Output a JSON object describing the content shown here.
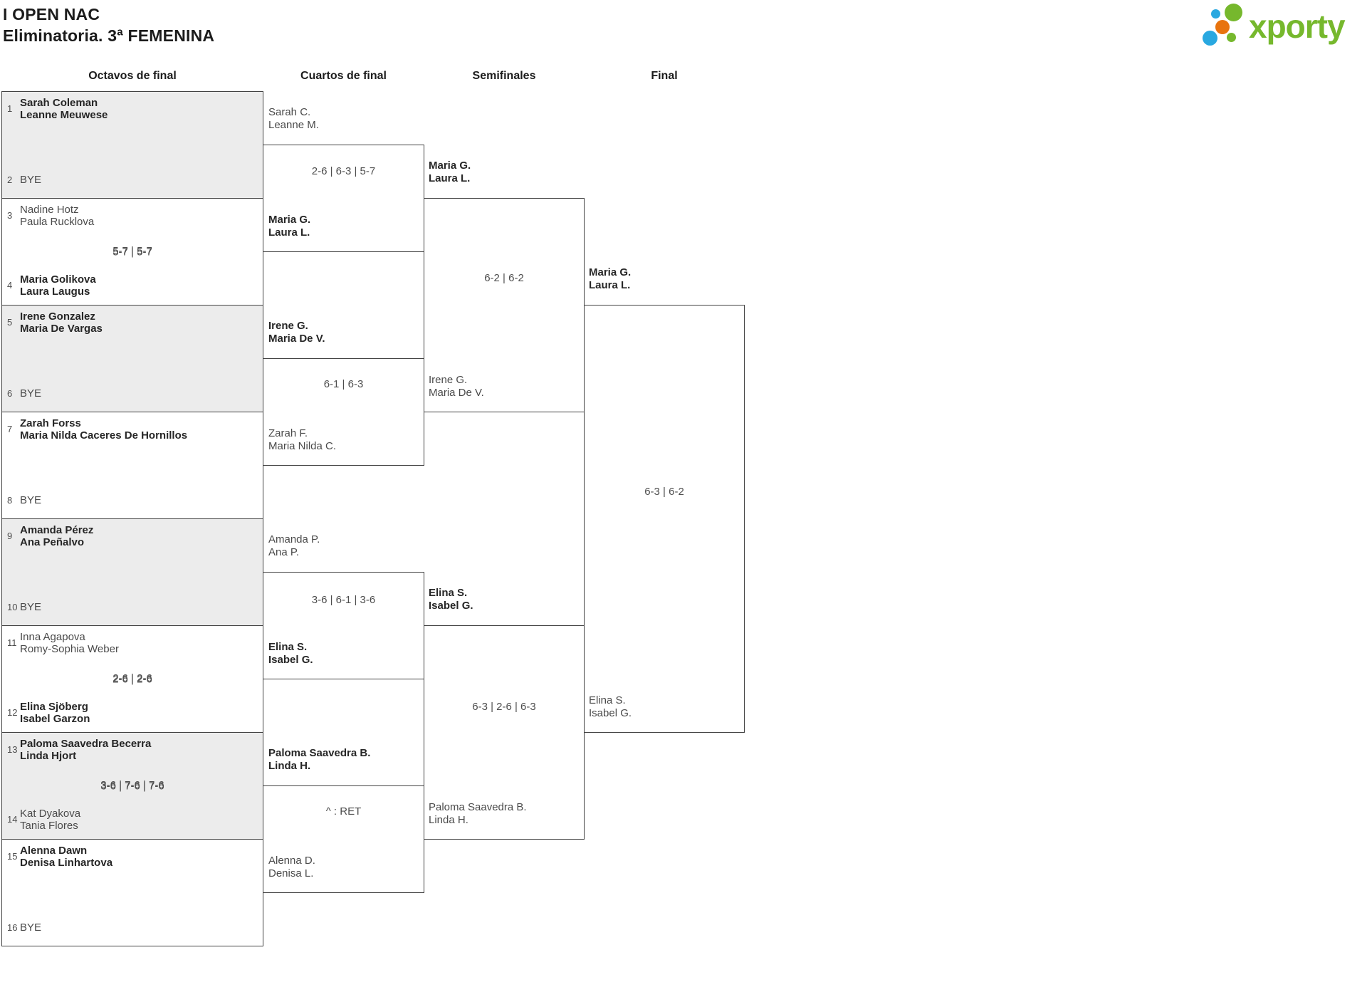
{
  "header": {
    "title": "I OPEN NAC",
    "subtitle": "Eliminatoria. 3ª FEMENINA"
  },
  "logo": {
    "text": "xporty"
  },
  "rounds": {
    "r16": "Octavos de final",
    "qf": "Cuartos de final",
    "sf": "Semifinales",
    "f": "Final"
  },
  "colors": {
    "logo_green": "#76b82d",
    "logo_blue": "#29a8e0",
    "logo_orange": "#e8730e",
    "shaded_box": "#ececec",
    "border": "#424242"
  },
  "bracket": {
    "round16": [
      {
        "top": {
          "seed": "1",
          "line1": "Sarah Coleman",
          "line2": "Leanne Meuwese",
          "winner": true
        },
        "bottom": {
          "seed": "2",
          "line1": "BYE",
          "winner": false
        },
        "score": ""
      },
      {
        "top": {
          "seed": "3",
          "line1": "Nadine Hotz",
          "line2": "Paula Rucklova",
          "winner": false
        },
        "bottom": {
          "seed": "4",
          "line1": "Maria Golikova",
          "line2": "Laura Laugus",
          "winner": true
        },
        "score": "5-7 | 5-7"
      },
      {
        "top": {
          "seed": "5",
          "line1": "Irene Gonzalez",
          "line2": "Maria De Vargas",
          "winner": true
        },
        "bottom": {
          "seed": "6",
          "line1": "BYE",
          "winner": false
        },
        "score": ""
      },
      {
        "top": {
          "seed": "7",
          "line1": "Zarah Forss",
          "line2": "Maria Nilda Caceres De Hornillos",
          "winner": true
        },
        "bottom": {
          "seed": "8",
          "line1": "BYE",
          "winner": false
        },
        "score": ""
      },
      {
        "top": {
          "seed": "9",
          "line1": "Amanda Pérez",
          "line2": "Ana Peñalvo",
          "winner": true
        },
        "bottom": {
          "seed": "10",
          "line1": "BYE",
          "winner": false
        },
        "score": ""
      },
      {
        "top": {
          "seed": "11",
          "line1": "Inna Agapova",
          "line2": "Romy-Sophia Weber",
          "winner": false
        },
        "bottom": {
          "seed": "12",
          "line1": "Elina Sjöberg",
          "line2": "Isabel Garzon",
          "winner": true
        },
        "score": "2-6 | 2-6"
      },
      {
        "top": {
          "seed": "13",
          "line1": "Paloma Saavedra Becerra",
          "line2": "Linda Hjort",
          "winner": true
        },
        "bottom": {
          "seed": "14",
          "line1": "Kat Dyakova",
          "line2": "Tania Flores",
          "winner": false
        },
        "score": "3-6 | 7-6 | 7-6"
      },
      {
        "top": {
          "seed": "15",
          "line1": "Alenna Dawn",
          "line2": "Denisa Linhartova",
          "winner": true
        },
        "bottom": {
          "seed": "16",
          "line1": "BYE",
          "winner": false
        },
        "score": ""
      }
    ],
    "quarterfinals": [
      {
        "top": {
          "line1": "Sarah C.",
          "line2": "Leanne M.",
          "winner": false
        },
        "bottom": {
          "line1": "Maria G.",
          "line2": "Laura L.",
          "winner": true
        },
        "score": "2-6 | 6-3 | 5-7"
      },
      {
        "top": {
          "line1": "Irene G.",
          "line2": "Maria De V.",
          "winner": true
        },
        "bottom": {
          "line1": "Zarah F.",
          "line2": "Maria Nilda C.",
          "winner": false
        },
        "score": "6-1 | 6-3"
      },
      {
        "top": {
          "line1": "Amanda P.",
          "line2": "Ana P.",
          "winner": false
        },
        "bottom": {
          "line1": "Elina S.",
          "line2": "Isabel G.",
          "winner": true
        },
        "score": "3-6 | 6-1 | 3-6"
      },
      {
        "top": {
          "line1": "Paloma Saavedra B.",
          "line2": "Linda H.",
          "winner": true
        },
        "bottom": {
          "line1": "Alenna D.",
          "line2": "Denisa L.",
          "winner": false
        },
        "score": "^ : RET"
      }
    ],
    "semifinals": [
      {
        "top": {
          "line1": "Maria G.",
          "line2": "Laura L.",
          "winner": true
        },
        "bottom": {
          "line1": "Irene G.",
          "line2": "Maria De V.",
          "winner": false
        },
        "score": "6-2 | 6-2"
      },
      {
        "top": {
          "line1": "Elina S.",
          "line2": "Isabel G.",
          "winner": true
        },
        "bottom": {
          "line1": "Paloma Saavedra B.",
          "line2": "Linda H.",
          "winner": false
        },
        "score": "6-3 | 2-6 | 6-3"
      }
    ],
    "final": {
      "top": {
        "line1": "Maria G.",
        "line2": "Laura L.",
        "winner": true
      },
      "bottom": {
        "line1": "Elina S.",
        "line2": "Isabel G.",
        "winner": false
      },
      "score": "6-3 | 6-2"
    }
  }
}
